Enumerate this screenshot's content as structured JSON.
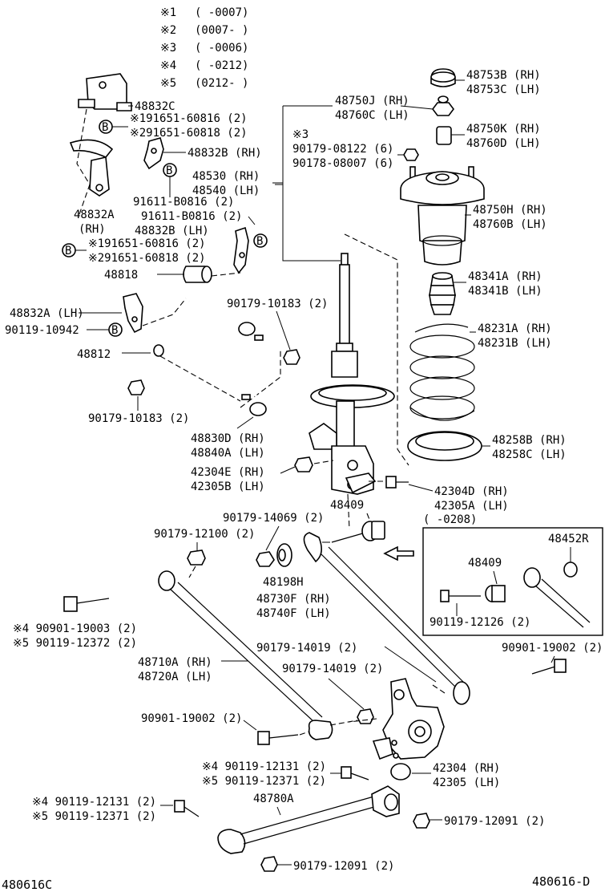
{
  "notes": [
    {
      "mark": "※1",
      "range": "(     -0007)"
    },
    {
      "mark": "※2",
      "range": "(0007-     )"
    },
    {
      "mark": "※3",
      "range": "(     -0006)"
    },
    {
      "mark": "※4",
      "range": "(     -0212)"
    },
    {
      "mark": "※5",
      "range": "(0212-     )"
    }
  ],
  "labels": {
    "p48753": [
      "48753B (RH)",
      "48753C (LH)"
    ],
    "p48750j": [
      "48750J (RH)",
      "48760C (LH)"
    ],
    "p48750k": [
      "48750K (RH)",
      "48760D (LH)"
    ],
    "note3": [
      "※3",
      "90179-08122 (6)",
      "90178-08007 (6)"
    ],
    "p48750h": [
      "48750H (RH)",
      "48760B (LH)"
    ],
    "p48341": [
      "48341A (RH)",
      "48341B (LH)"
    ],
    "p48231": [
      "48231A (RH)",
      "48231B (LH)"
    ],
    "p48258": [
      "48258B (RH)",
      "48258C (LH)"
    ],
    "p48832c": "48832C",
    "bushA1": [
      "※191651-60816 (2)",
      "※291651-60818 (2)"
    ],
    "p48832bRH": "48832B (RH)",
    "p48530": [
      "48530 (RH)",
      "48540 (LH)"
    ],
    "bolt91611a": "91611-B0816 (2)",
    "bolt91611b": "91611-B0816 (2)",
    "p48832aRH": [
      "48832A",
      "(RH)"
    ],
    "p48832bLH": "48832B (LH)",
    "bushA2": [
      "※191651-60816 (2)",
      "※291651-60818 (2)"
    ],
    "p48818": "48818",
    "p48832aLH": "48832A (LH)",
    "nut90179_10183a": "90179-10183 (2)",
    "bolt90119_10942": "90119-10942",
    "p48812": "48812",
    "nut90179_10183b": "90179-10183 (2)",
    "p48830": [
      "48830D (RH)",
      "48840A (LH)"
    ],
    "p42304e": [
      "42304E (RH)",
      "42305B (LH)"
    ],
    "p42304d": [
      "42304D (RH)",
      "42305A (LH)"
    ],
    "p48409": "48409",
    "nut90179_14069": "90179-14069 (2)",
    "nut90179_12100": "90179-12100 (2)",
    "boxRange": "(       -0208)",
    "boxP48452": "48452R",
    "boxP48409": "48409",
    "boxBolt": "90119-12126 (2)",
    "p48198": "48198H",
    "p48730": [
      "48730F (RH)",
      "48740F (LH)"
    ],
    "boltSt4": [
      "※4 90901-19003 (2)",
      "※5 90119-12372 (2)"
    ],
    "bolt90901_19002a": "90901-19002 (2)",
    "nut90179_14019a": "90179-14019 (2)",
    "nut90179_14019b": "90179-14019 (2)",
    "p48710": [
      "48710A (RH)",
      "48720A (LH)"
    ],
    "bolt90901_19002b": "90901-19002 (2)",
    "boltSt4b": [
      "※4 90119-12131 (2)",
      "※5 90119-12371 (2)"
    ],
    "p42304": [
      "42304 (RH)",
      "42305 (LH)"
    ],
    "p48780": "48780A",
    "boltSt4c": [
      "※4 90119-12131 (2)",
      "※5 90119-12371 (2)"
    ],
    "nut90179_12091a": "90179-12091 (2)",
    "nut90179_12091b": "90179-12091 (2)",
    "codeLeft": "480616C",
    "codeRight": "480616-D",
    "markerB": "B"
  }
}
